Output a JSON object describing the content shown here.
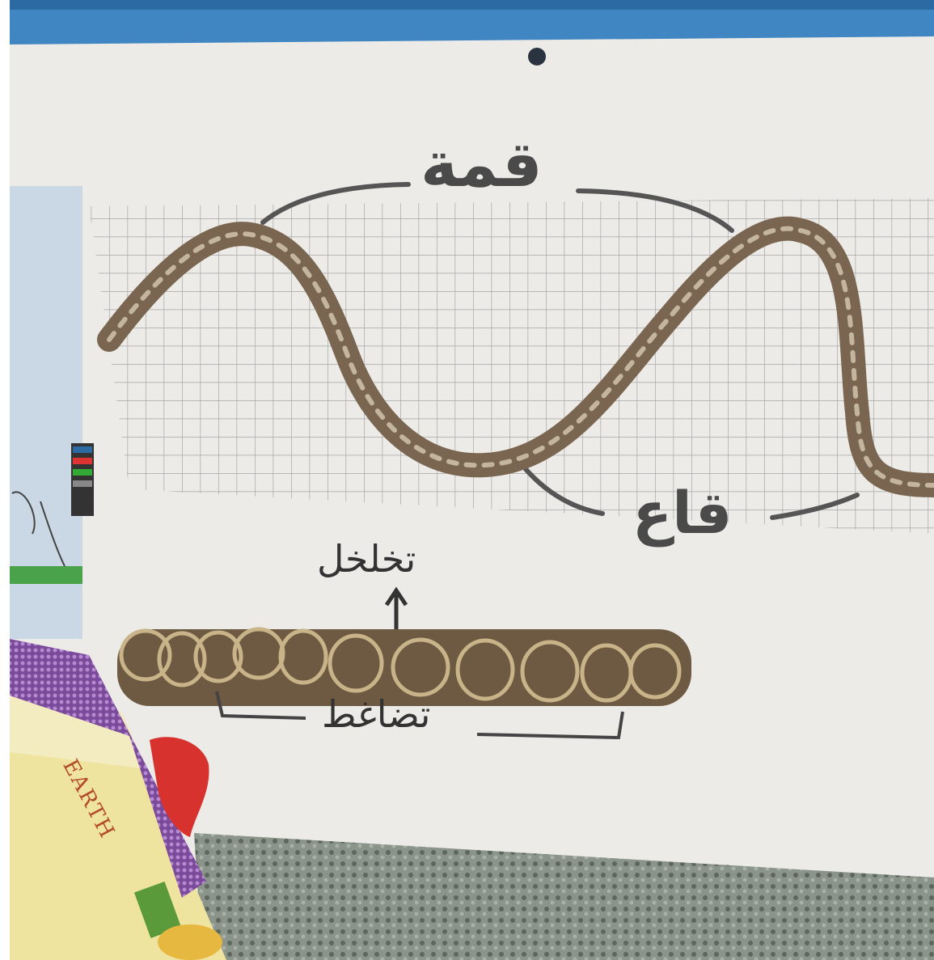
{
  "photo": {
    "subject": "Teaching board showing a rope wave on grid paper and a coiled rope",
    "labels": {
      "peak": "قمة",
      "trough": "قاع",
      "rarefaction": "تخلخل",
      "compression": "تضاغط"
    },
    "book_spine_text": "EARTH",
    "colors": {
      "board": "#ecebe7",
      "grid_line": "#9a9a9a",
      "rope": "#8a7660",
      "ink": "#3a3a3a",
      "floor_mat": "#6f7a6e",
      "book": "#efe3a0",
      "red_fabric": "#d8322e",
      "purple_beads": "#8a5aa6"
    }
  }
}
